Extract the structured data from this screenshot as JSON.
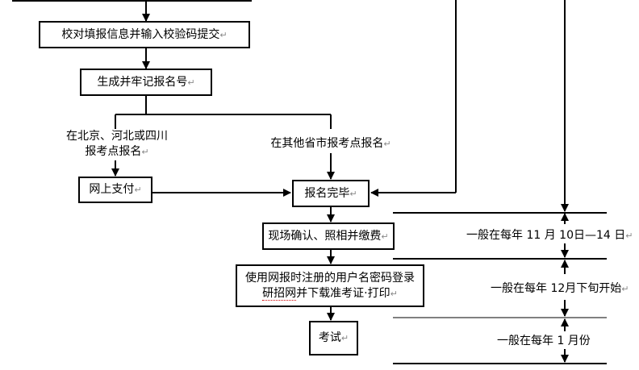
{
  "marks": {
    "para": "↵"
  },
  "steps": {
    "verify": "校对填报信息并输入校验码提交",
    "generate": "生成并牢记报名号",
    "online_pay": "网上支付",
    "complete": "报名完毕",
    "confirm": "现场确认、照相并缴费",
    "login_line1": "使用网报时注册的用户名密码登录",
    "login_line2a": "研招网",
    "login_line2b": "并下载准考证·打印",
    "exam": "考试"
  },
  "branches": {
    "beijing_line1": "在北京、河北或四川",
    "beijing_line2": "报考点报名",
    "other": "在其他省市报考点报名"
  },
  "timeline": {
    "registration": "一般在每年 11 月 10日—14 日",
    "print": "一般在每年 12月下旬开始",
    "exam": "一般在每年 1 月份"
  }
}
